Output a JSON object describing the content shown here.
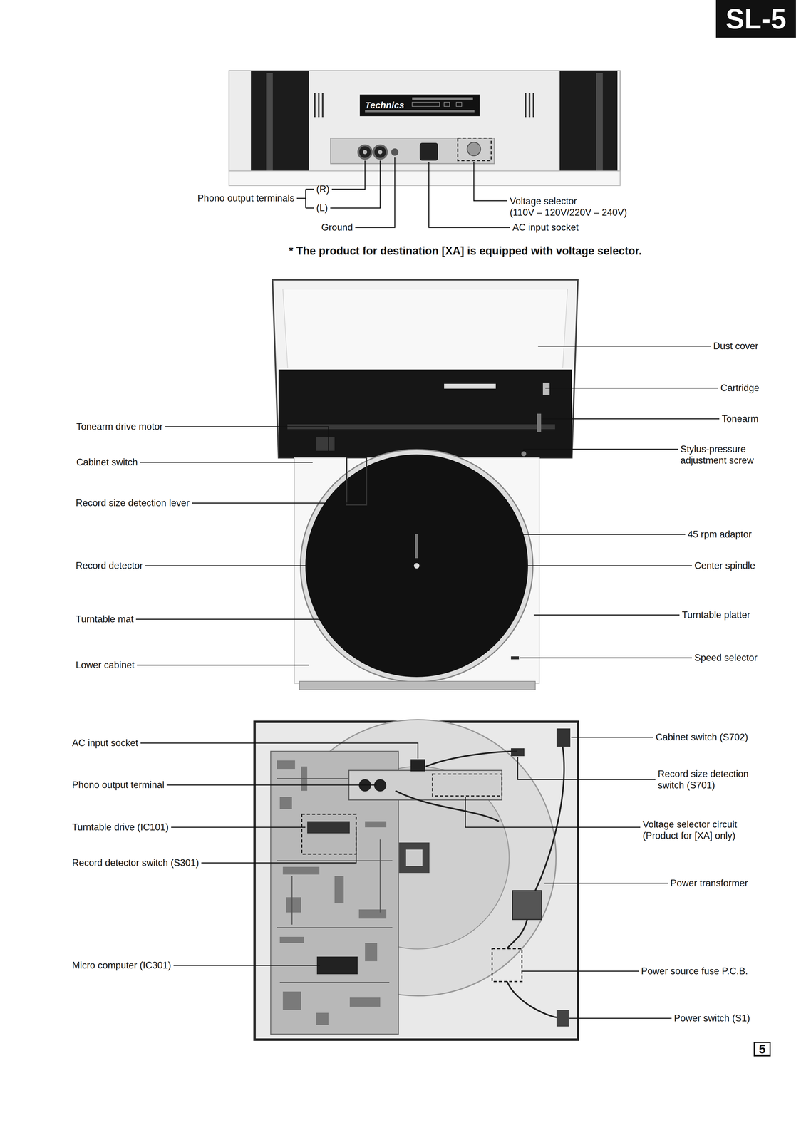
{
  "diagram": {
    "nodes": [
      {
        "text": [
          "SL-5"
        ]
      },
      {
        "text": [
          "5"
        ]
      }
    ],
    "labels": [
      "Technics",
      "Phono output terminals",
      "(R)",
      "(L)",
      "Ground",
      "Voltage selector (110V – 120V/220V – 240V)",
      "AC input socket",
      "* The product for destination [XA] is equipped with voltage selector.",
      "Dust cover",
      "Cartridge",
      "Tonearm",
      "Stylus-pressure adjustment screw",
      "Tonearm drive motor",
      "Cabinet switch",
      "Record size detection lever",
      "45 rpm adaptor",
      "Record detector",
      "Center spindle",
      "Turntable mat",
      "Turntable platter",
      "Lower cabinet",
      "Speed selector",
      "AC input socket",
      "Cabinet switch (S702)",
      "Phono output terminal",
      "Record size detection switch (S701)",
      "Turntable drive (IC101)",
      "Voltage selector circuit (Product for [XA] only)",
      "Record detector switch (S301)",
      "Power transformer",
      "Micro computer (IC301)",
      "Power source fuse P.C.B.",
      "Power switch (S1)"
    ]
  }
}
